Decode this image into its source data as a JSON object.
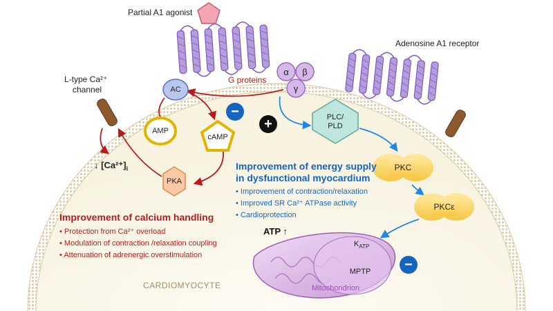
{
  "labels": {
    "agonist": "Partial A1 agonist",
    "receptor": "Adenosine A1 receptor",
    "channel_line1": "L-type Ca²⁺",
    "channel_line2": "channel",
    "g_proteins": "G proteins",
    "alpha": "α",
    "beta": "β",
    "gamma": "γ",
    "ac": "AC",
    "amp": "AMP",
    "camp": "cAMP",
    "pka": "PKA",
    "plc_line1": "PLC/",
    "plc_line2": "PLD",
    "pkc": "PKC",
    "pkce": "PKCε",
    "katp": "K",
    "katp_sub": "ATP",
    "mptp": "MPTP",
    "mitochondrion": "Mitochondrion",
    "atp": "ATP ↑",
    "calcium": "↓ [Ca²⁺]",
    "calcium_sub": "i",
    "plus": "+",
    "minus": "−",
    "cardiomyocyte": "CARDIOMYOCYTE"
  },
  "calcium_box": {
    "title": "Improvement of calcium handling",
    "bullets": [
      "Protection from Ca²⁺ overload",
      "Modulation of contraction /relaxation coupling",
      "Attenuation of adrenergic overstimulation"
    ]
  },
  "energy_box": {
    "title_line1": "Improvement of energy supply",
    "title_line2": "in dysfunctional myocardium",
    "bullets": [
      "Improvement of contraction/relaxation",
      "Improved SR Ca²⁺ ATPase activity",
      "Cardioprotection"
    ]
  },
  "colors": {
    "red_pathway": "#b71c1c",
    "blue_pathway": "#1e88e5",
    "receptor": "#7e57c2",
    "membrane": "#e8dcc0",
    "pkc": "#ffd54f",
    "mitochondrion": "#ce93d8"
  }
}
